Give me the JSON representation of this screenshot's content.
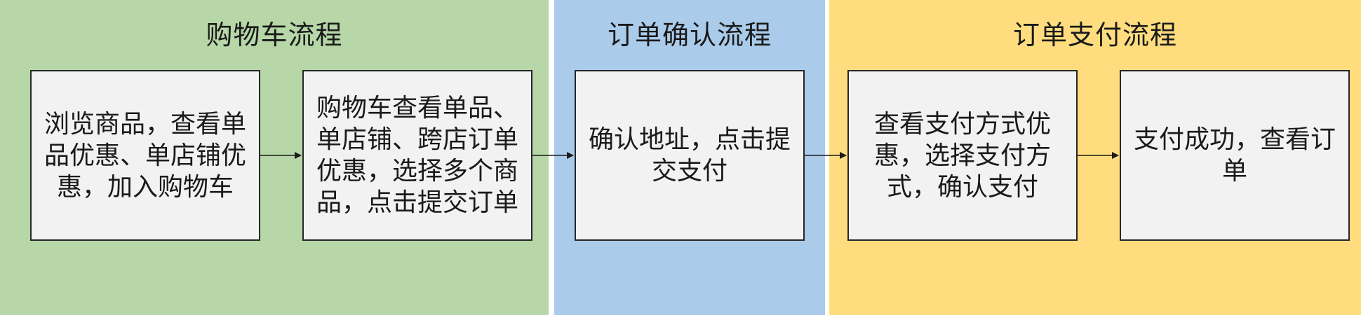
{
  "colors": {
    "lane_green": "#b7d7a8",
    "lane_blue": "#abcbea",
    "lane_yellow": "#ffdd7f",
    "box_fill": "#f2f2f2",
    "box_border": "#262626",
    "arrow": "#1a1a1a"
  },
  "lanes": [
    {
      "title": "购物车流程"
    },
    {
      "title": "订单确认流程"
    },
    {
      "title": "订单支付流程"
    }
  ],
  "steps": [
    {
      "label": "浏览商品，查看单品优惠、单店铺优惠，加入购物车"
    },
    {
      "label": "购物车查看单品、单店铺、跨店订单优惠，选择多个商品，点击提交订单"
    },
    {
      "label": "确认地址，点击提交支付"
    },
    {
      "label": "查看支付方式优惠，选择支付方式，确认支付"
    },
    {
      "label": "支付成功，查看订单"
    }
  ]
}
